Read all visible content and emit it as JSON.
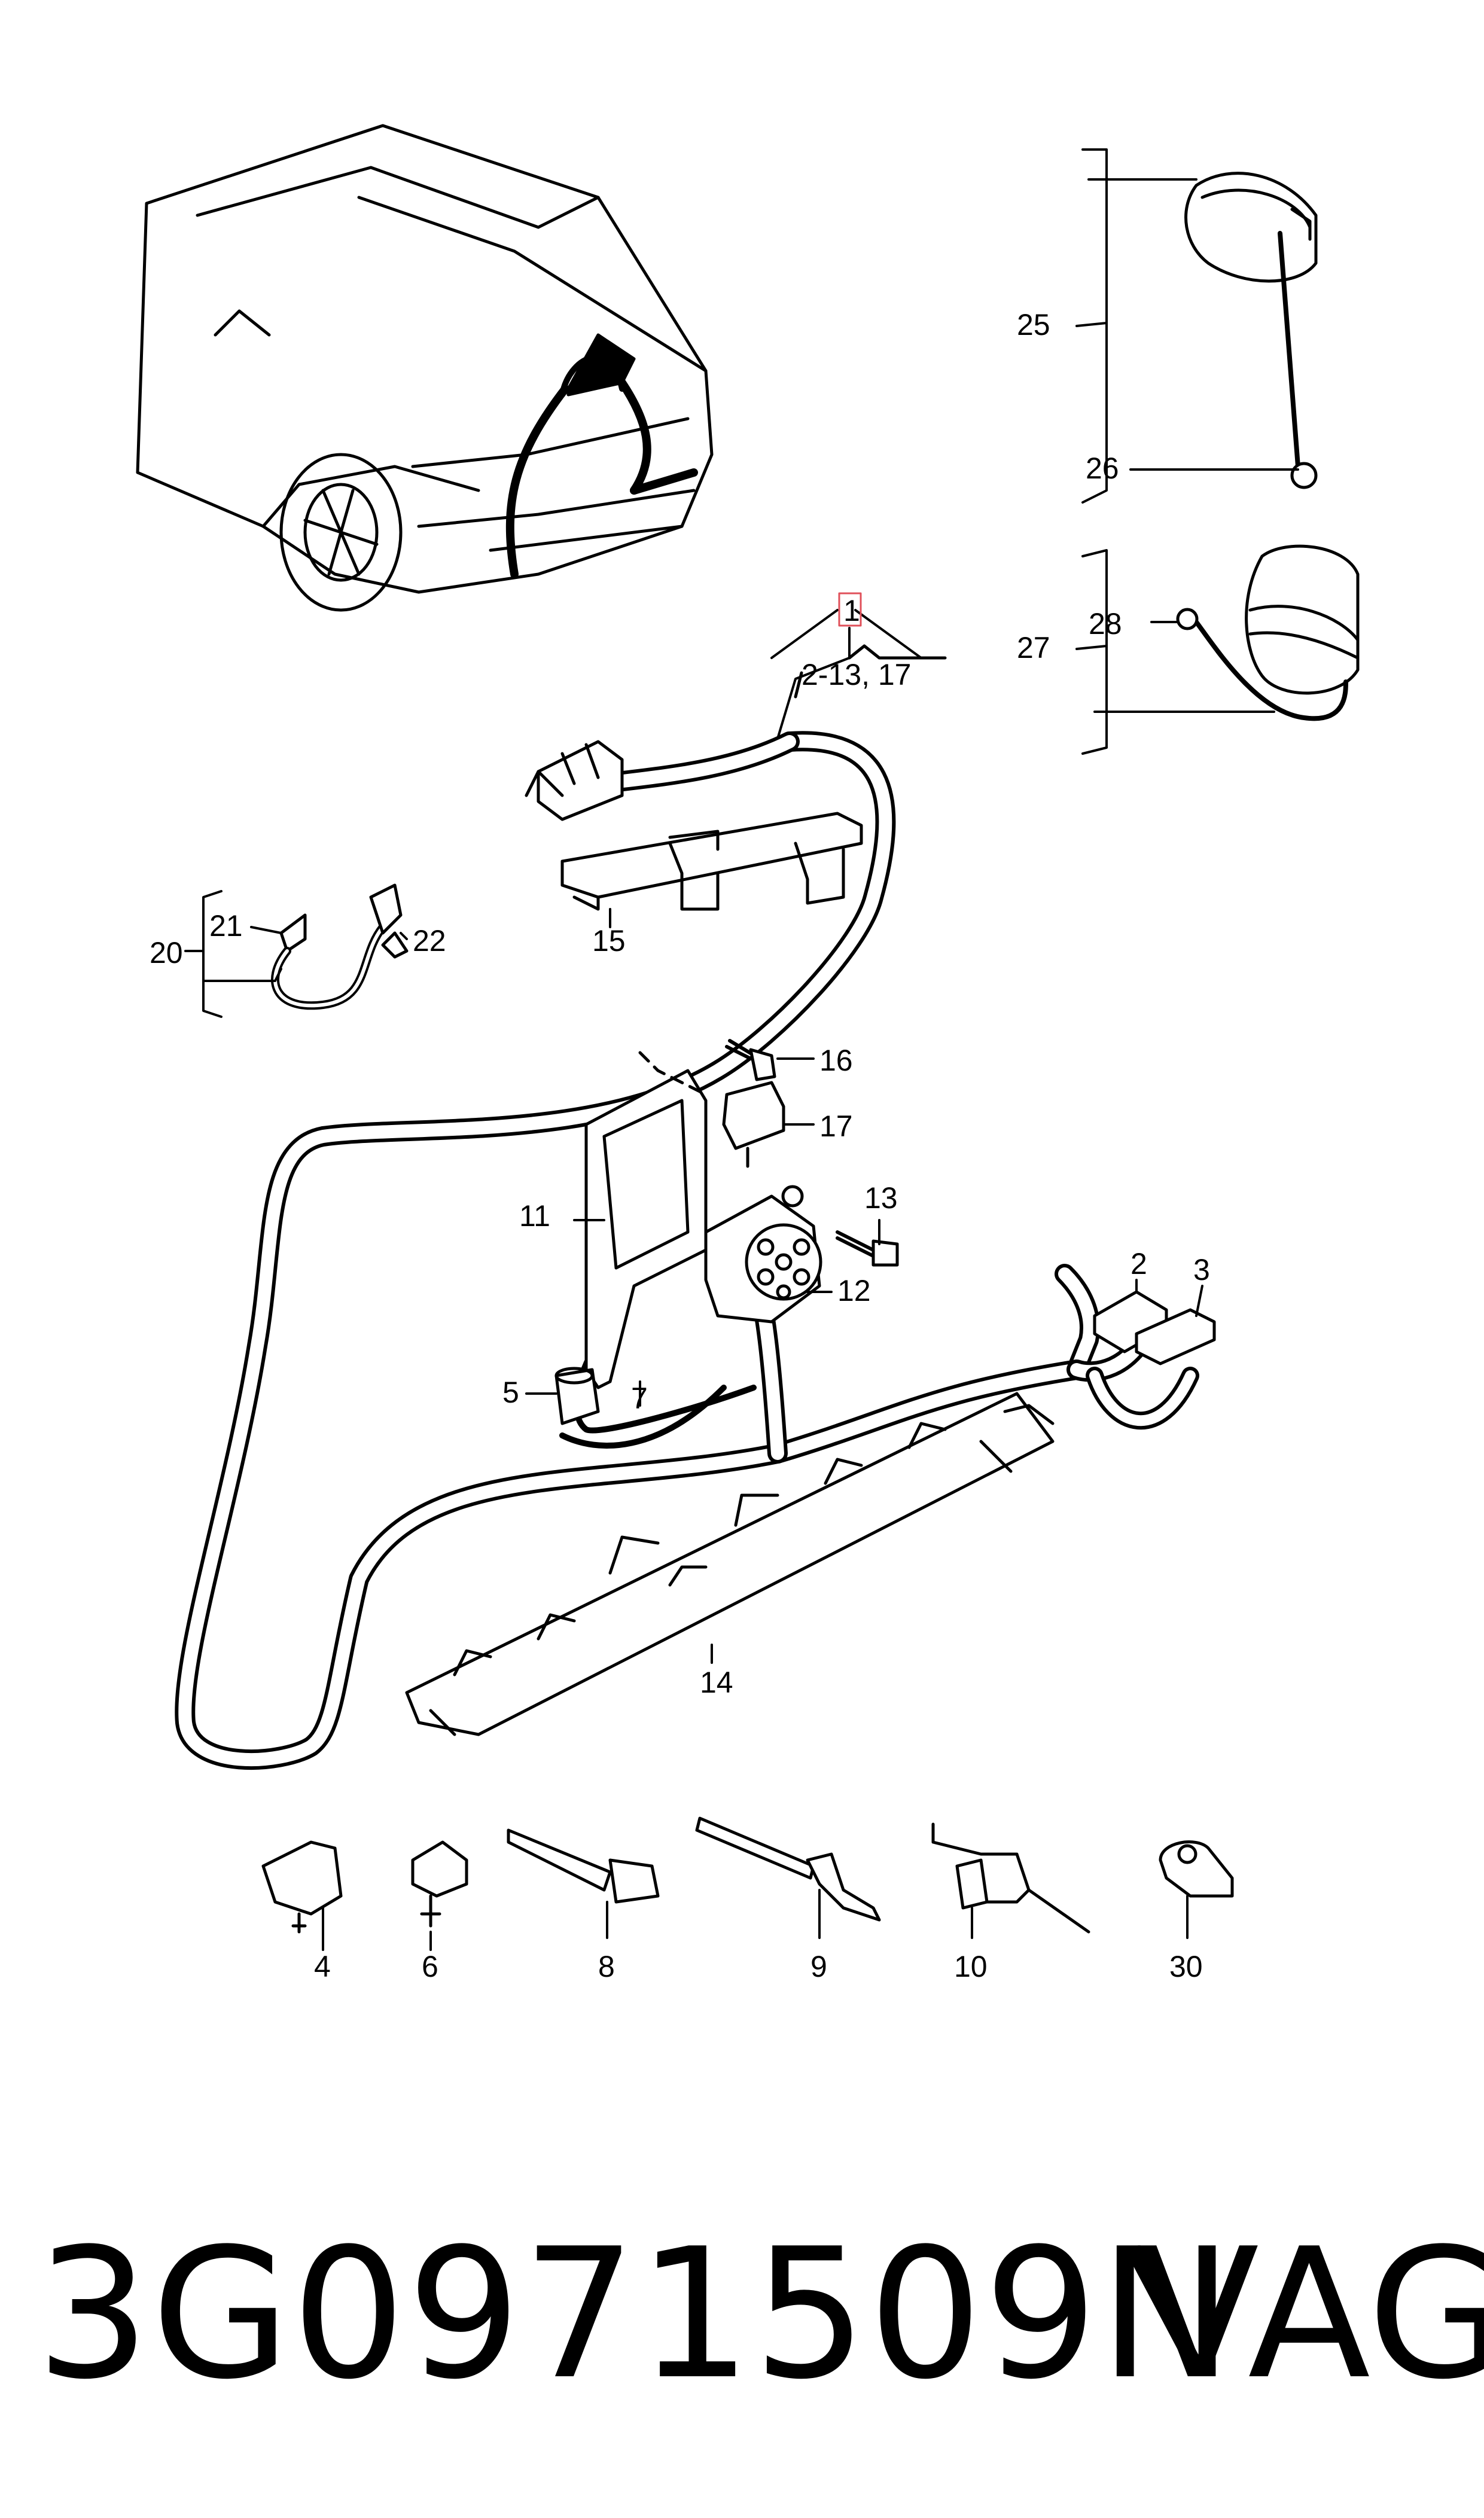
{
  "diagram": {
    "callouts": {
      "c1": "1",
      "c1_range": "2-13, 17",
      "c2": "2",
      "c3": "3",
      "c4": "4",
      "c5": "5",
      "c6": "6",
      "c7": "7",
      "c8": "8",
      "c9": "9",
      "c10": "10",
      "c11": "11",
      "c12": "12",
      "c13": "13",
      "c14": "14",
      "c15": "15",
      "c16": "16",
      "c17": "17",
      "c20": "20",
      "c21": "21",
      "c22": "22",
      "c25": "25",
      "c26": "26",
      "c27": "27",
      "c28": "28",
      "c30": "30"
    },
    "colors": {
      "line": "#000000",
      "highlight_box": "#e0505a",
      "background": "#ffffff"
    }
  },
  "footer": {
    "part_number": "3G0971509N",
    "brand": "VAG"
  }
}
